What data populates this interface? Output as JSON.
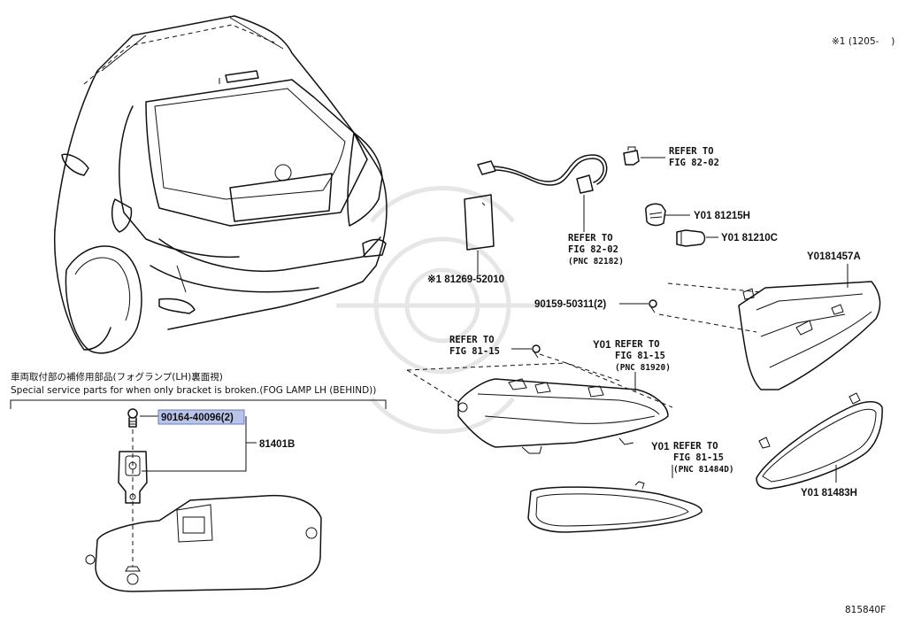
{
  "header": {
    "note": "※1 (1205-　 )"
  },
  "footer": {
    "figure_code": "815840F"
  },
  "inset": {
    "title_jp": "車両取付部の補修用部品(フォグランプ(LH)裏面視)",
    "title_en": "Special service parts for when only bracket is broken.(FOG LAMP LH (BEHIND))",
    "bolt_label": "90164-40096(2)",
    "bracket_label": "81401B"
  },
  "labels": {
    "refer_a_1": "REFER TO",
    "refer_a_2": "FIG 82-02",
    "bulb_socket": "Y01 81215H",
    "bulb": "Y01 81210C",
    "wire_refer_1": "REFER TO",
    "wire_refer_2": "FIG 82-02",
    "wire_refer_3": "(PNC 82182)",
    "module": "※1 81269-52010",
    "housing": "Y0181457A",
    "screw": "90159-50311(2)",
    "refer_b_1": "REFER TO",
    "refer_b_2": "FIG 81-15",
    "lamp_prefix": "Y01",
    "lamp_refer_1": "REFER TO",
    "lamp_refer_2": "FIG 81-15",
    "lamp_refer_3": "(PNC 81920)",
    "bezel_prefix": "Y01",
    "bezel_refer_1": "REFER TO",
    "bezel_refer_2": "FIG 81-15",
    "bezel_refer_3": "(PNC 81484D)",
    "cover": "Y01 81483H"
  }
}
